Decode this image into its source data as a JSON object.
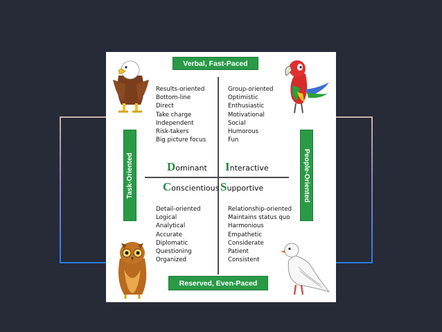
{
  "top_banner": "Verbal, Fast-Paced",
  "bottom_banner": "Reserved, Even-Paced",
  "left_banner": "Task-Oriented",
  "right_banner": "People-Oriented",
  "quadrants": {
    "dominant": {
      "initial": "D",
      "rest": "ominant",
      "traits": [
        "Results-oriented",
        "Bottom-line",
        "Direct",
        "Take charge",
        "Independent",
        "Risk-takers",
        "Big picture focus"
      ]
    },
    "interactive": {
      "initial": "I",
      "rest": "nteractive",
      "traits": [
        "Group-oriented",
        "Optimistic",
        "Enthusiastic",
        "Motivational",
        "Social",
        "Humorous",
        "Fun"
      ]
    },
    "conscientious": {
      "initial": "C",
      "rest": "onscientious",
      "traits": [
        "Detail-oriented",
        "Logical",
        "Analytical",
        "Accurate",
        "Diplomatic",
        "Questioning",
        "Organized"
      ]
    },
    "supportive": {
      "initial": "S",
      "rest": "upportive",
      "traits": [
        "Relationship-oriented",
        "Maintains status quo",
        "Harmonious",
        "Empathetic",
        "Considerate",
        "Patient",
        "Consistent"
      ]
    }
  },
  "icons": [
    "eagle-icon",
    "parrot-icon",
    "owl-icon",
    "dove-icon"
  ],
  "colors": {
    "background": "#272a37",
    "banner_green": "#2a9a47",
    "letter_green": "#2a8a41"
  }
}
